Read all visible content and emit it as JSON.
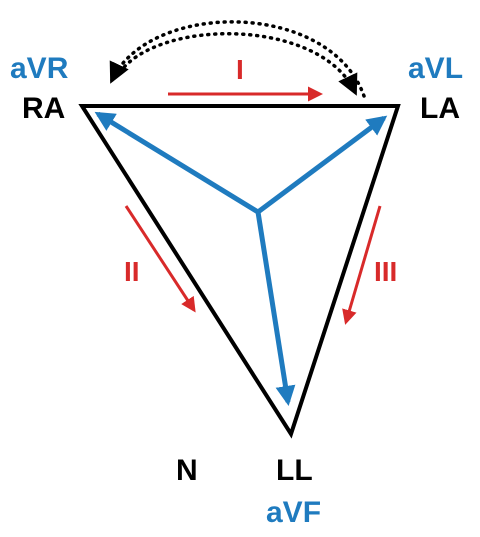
{
  "electrodes": {
    "ra": "RA",
    "la": "LA",
    "ll": "LL",
    "n": "N"
  },
  "augmented_leads": {
    "avr": "aVR",
    "avl": "aVL",
    "avf": "aVF"
  },
  "limb_leads": {
    "lead_1": "I",
    "lead_2": "II",
    "lead_3": "III"
  },
  "colors": {
    "triangle": "#000000",
    "augmented_vectors": "#1f7bbf",
    "limb_lead_arrows": "#d82a2a",
    "dotted_arc": "#000000"
  }
}
